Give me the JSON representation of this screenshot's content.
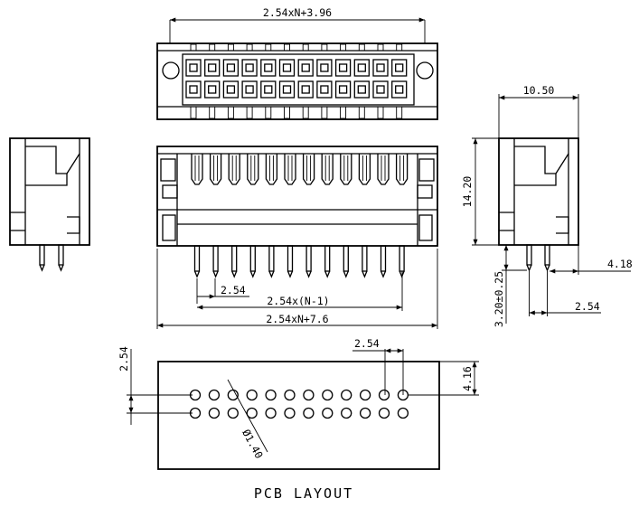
{
  "title": "PCB LAYOUT",
  "dimensions": {
    "top_width": "2.54xN+3.96",
    "side_width": "10.50",
    "side_height": "14.20",
    "pin_length": "3.20±0.25",
    "pin_offset": "4.18",
    "pin_spacing_side": "2.54",
    "front_first_pitch": "2.54",
    "front_span": "2.54x(N-1)",
    "front_total": "2.54xN+7.6",
    "pcb_pitch_vertical": "2.54",
    "pcb_pitch_horizontal": "2.54",
    "pcb_hole_diameter": "Ø1.40",
    "pcb_edge_offset": "4.16"
  },
  "colors": {
    "line": "#000000",
    "background": "#ffffff"
  },
  "pin_count_per_row": 12
}
